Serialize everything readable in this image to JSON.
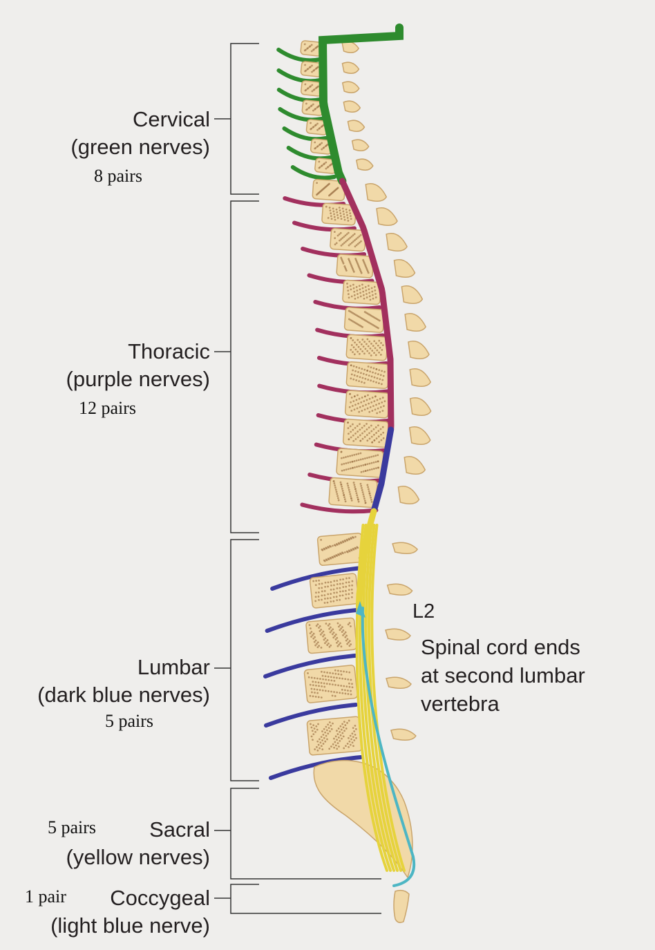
{
  "regions": [
    {
      "key": "cervical",
      "name": "Cervical",
      "desc": "(green nerves)",
      "pairs": "8 pairs",
      "color": "#2e8b2e"
    },
    {
      "key": "thoracic",
      "name": "Thoracic",
      "desc": "(purple nerves)",
      "pairs": "12 pairs",
      "color": "#a2305e"
    },
    {
      "key": "lumbar",
      "name": "Lumbar",
      "desc": "(dark blue nerves)",
      "pairs": "5 pairs",
      "color": "#3a3a9e"
    },
    {
      "key": "sacral",
      "name": "Sacral",
      "desc": "(yellow nerves)",
      "pairs": "5 pairs",
      "color": "#e6d33c"
    },
    {
      "key": "coccygeal",
      "name": "Coccygeal",
      "desc": "(light blue nerve)",
      "pairs": "1 pair",
      "color": "#4db6c4"
    }
  ],
  "annotation": {
    "level": "L2",
    "line1": "Spinal cord ends",
    "line2": "at second lumbar",
    "line3": "vertebra"
  },
  "colors": {
    "bone": "#f1d9a8",
    "bone_edge": "#c9a46b",
    "marrow": "#a0764a",
    "background": "#efeeec"
  }
}
